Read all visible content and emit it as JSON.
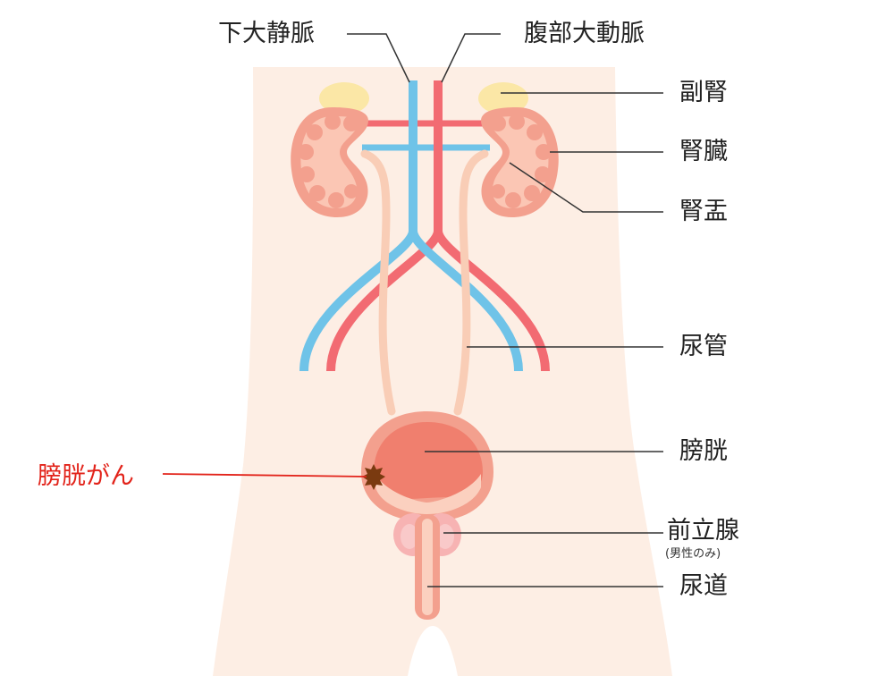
{
  "colors": {
    "body_skin": "#fdeee4",
    "vena_cava": "#6fc3e8",
    "aorta": "#f26b72",
    "adrenal": "#fbe7a6",
    "kidney_outer": "#f3a08e",
    "kidney_inner": "#fbc6b4",
    "ureter": "#f9cdb6",
    "bladder": "#f4a08c",
    "prostate": "#f7b3b3",
    "tumor": "#7a3a10",
    "leader_line": "#333333",
    "highlight": "#e2231a"
  },
  "labels": {
    "ivc": "下大静脈",
    "aorta": "腹部大動脈",
    "adrenal": "副腎",
    "kidney": "腎臓",
    "renal_pelvis": "腎盂",
    "ureter": "尿管",
    "bladder": "膀胱",
    "prostate": "前立腺",
    "prostate_note": "(男性のみ)",
    "urethra": "尿道",
    "bladder_cancer": "膀胱がん"
  }
}
